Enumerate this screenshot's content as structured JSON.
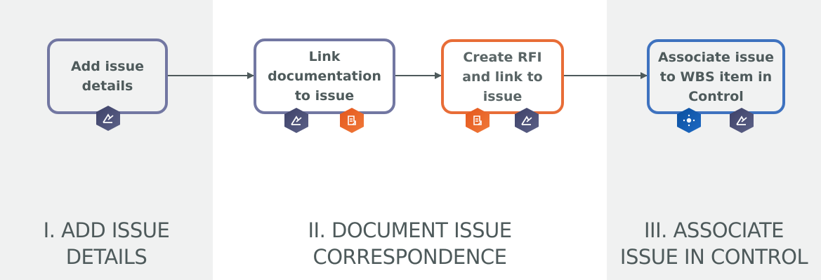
{
  "stages": [
    {
      "id": "stage-1",
      "label_line1": "I. ADD ISSUE",
      "label_line2": "DETAILS"
    },
    {
      "id": "stage-2",
      "label_line1": "II. DOCUMENT ISSUE",
      "label_line2": "CORRESPONDENCE"
    },
    {
      "id": "stage-3",
      "label_line1": "III. ASSOCIATE",
      "label_line2": "ISSUE IN CONTROL"
    }
  ],
  "nodes": [
    {
      "id": "add-issue-details",
      "lines": [
        "Add issue",
        "details"
      ],
      "color": "#7277a2",
      "icons": [
        "issue-icon"
      ]
    },
    {
      "id": "link-documentation",
      "lines": [
        "Link",
        "documentation",
        "to issue"
      ],
      "color": "#7277a2",
      "icons": [
        "issue-icon",
        "rfi-document-icon"
      ]
    },
    {
      "id": "create-rfi",
      "lines": [
        "Create RFI",
        "and link to",
        "issue"
      ],
      "color": "#e86d37",
      "icons": [
        "rfi-document-icon",
        "issue-icon"
      ]
    },
    {
      "id": "associate-wbs",
      "lines": [
        "Associate issue",
        "to WBS item in",
        "Control"
      ],
      "color": "#3e72bf",
      "icons": [
        "control-wbs-icon",
        "issue-icon"
      ]
    }
  ],
  "edges": [
    {
      "from": "add-issue-details",
      "to": "link-documentation"
    },
    {
      "from": "link-documentation",
      "to": "create-rfi"
    },
    {
      "from": "create-rfi",
      "to": "associate-wbs"
    }
  ],
  "colors": {
    "panel_gray": "#f0f1f1",
    "text": "#4e5a5b",
    "edge": "#4e5a5b",
    "issue_icon": "#4a4f78",
    "rfi_icon": "#e8622a",
    "control_icon": "#1559ab"
  }
}
